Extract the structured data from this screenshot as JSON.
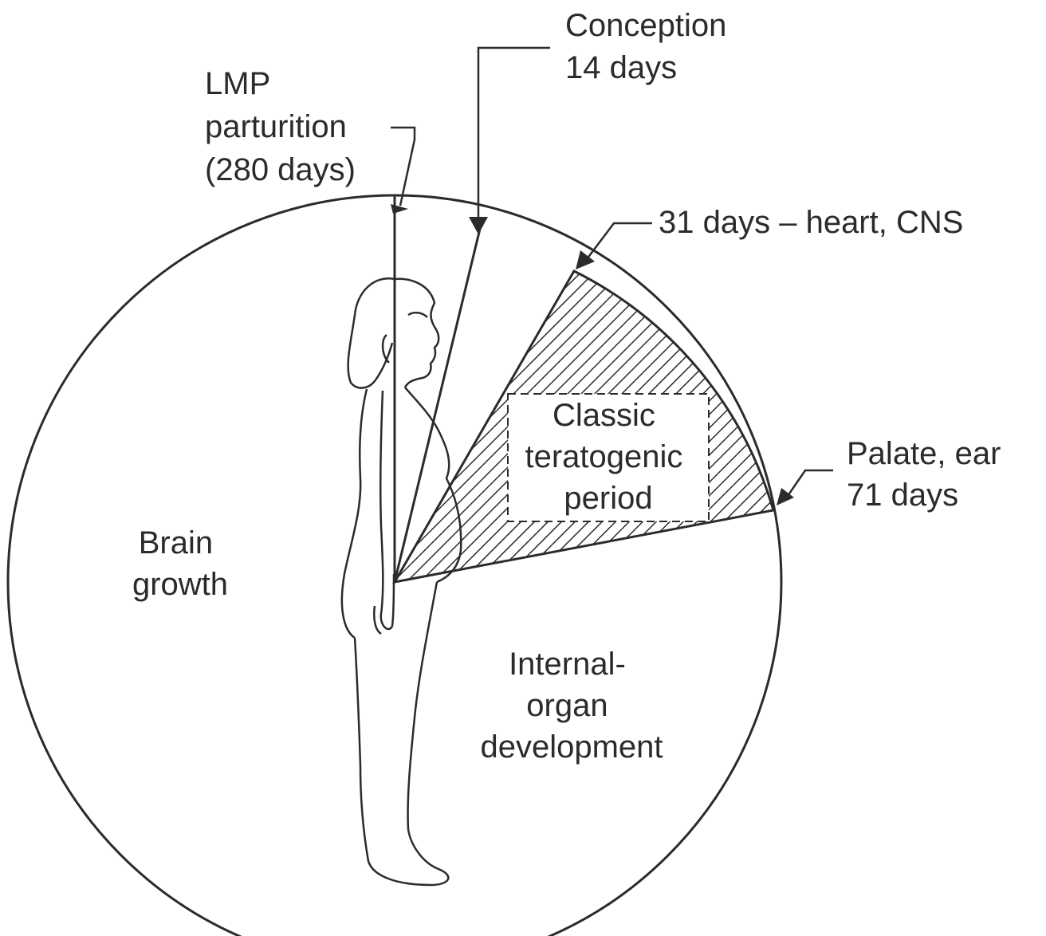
{
  "labels": {
    "conception": [
      "Conception",
      "14 days"
    ],
    "lmp": [
      "LMP",
      "parturition",
      "(280 days)"
    ],
    "heart_cns": "31 days – heart, CNS",
    "teratogenic": [
      "Classic",
      "teratogenic",
      "period"
    ],
    "palate_ear": [
      "Palate, ear",
      "71 days"
    ],
    "brain": [
      "Brain",
      "growth"
    ],
    "internal": [
      "Internal-",
      "organ",
      "development"
    ]
  },
  "colors": {
    "ink": "#2b2b2b",
    "background": "#ffffff"
  }
}
